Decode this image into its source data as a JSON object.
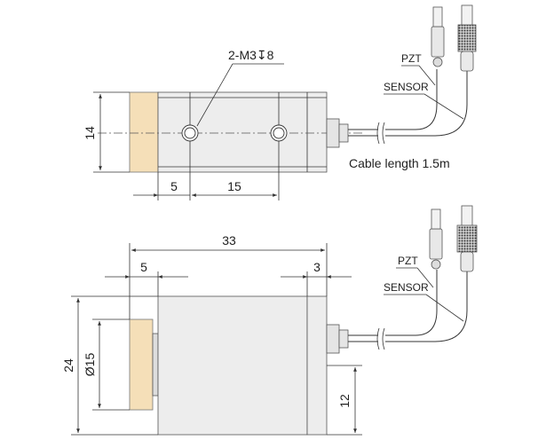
{
  "top_view": {
    "hole_callout": "2-M3↧8",
    "dim_height": "14",
    "dim_offset": "5",
    "dim_pitch": "15",
    "label_pzt": "PZT",
    "label_sensor": "SENSOR",
    "cable_note": "Cable length 1.5m"
  },
  "front_view": {
    "dim_length": "33",
    "dim_left": "5",
    "dim_right": "3",
    "dim_height": "24",
    "dim_diameter": "Ø15",
    "dim_center": "12",
    "label_pzt": "PZT",
    "label_sensor": "SENSOR"
  }
}
